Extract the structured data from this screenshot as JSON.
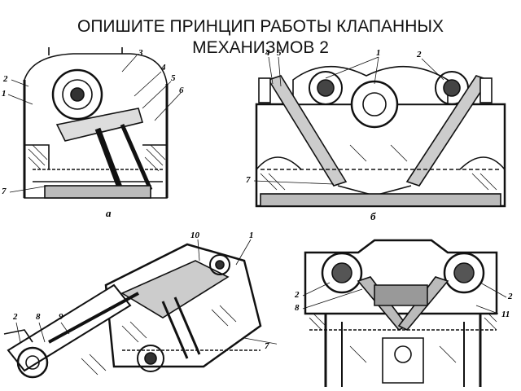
{
  "slide": {
    "title_line1": "ОПИШИТЕ  ПРИНЦИП РАБОТЫ КЛАПАННЫХ",
    "title_line2": "МЕХАНИЗМОВ 2"
  },
  "figures": {
    "a": {
      "caption": "а",
      "labels": [
        "3",
        "2",
        "4",
        "5",
        "6",
        "1",
        "7"
      ]
    },
    "b": {
      "caption": "б",
      "labels": [
        "4",
        "5",
        "1",
        "2",
        "7"
      ]
    },
    "c": {
      "labels": [
        "10",
        "1",
        "2",
        "8",
        "9",
        "7"
      ]
    },
    "d": {
      "labels": [
        "2",
        "8",
        "2",
        "11"
      ]
    }
  },
  "colors": {
    "ink": "#111111",
    "paper": "#ffffff"
  }
}
